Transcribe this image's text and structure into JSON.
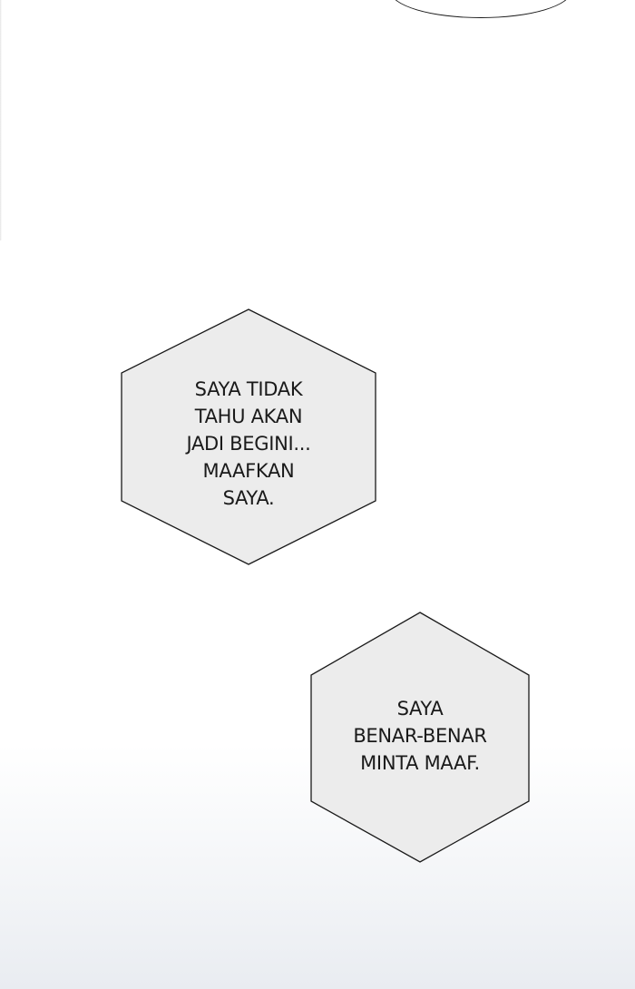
{
  "bubbles": [
    {
      "lines": [
        "SAYA TIDAK",
        "TAHU AKAN",
        "JADI BEGINI...",
        "MAAFKAN",
        "SAYA."
      ]
    },
    {
      "lines": [
        "SAYA",
        "BENAR-BENAR",
        "MINTA MAAF."
      ]
    }
  ],
  "colors": {
    "bubble_fill": "#ececec",
    "bubble_stroke": "#1a1a1a",
    "text": "#1a1a1a"
  }
}
